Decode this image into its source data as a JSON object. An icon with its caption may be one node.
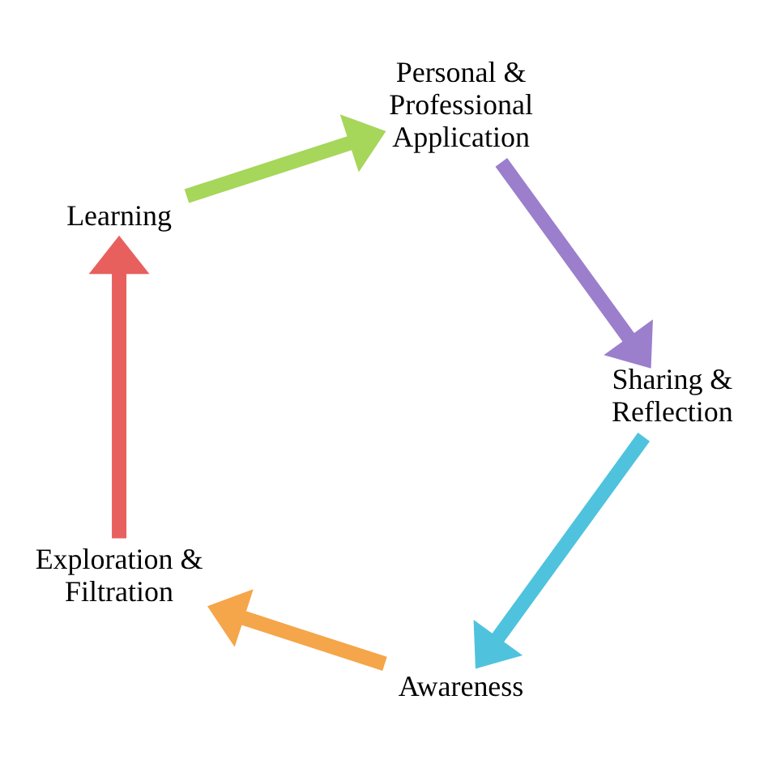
{
  "diagram": {
    "nodes": [
      {
        "text": [
          "Awareness"
        ]
      },
      {
        "text": [
          "Exploration & Filtration"
        ]
      },
      {
        "text": [
          "Learning"
        ]
      },
      {
        "text": [
          "Personal & Professional Application"
        ]
      },
      {
        "text": [
          "Sharing & Reflection"
        ]
      }
    ],
    "edges": [
      {
        "from": 0,
        "to": 1,
        "arrow": "to",
        "color": "#f5a54a"
      },
      {
        "from": 1,
        "to": 2,
        "arrow": "to",
        "color": "#e8605e"
      },
      {
        "from": 2,
        "to": 3,
        "arrow": "to",
        "color": "#a6d65a"
      },
      {
        "from": 3,
        "to": 4,
        "arrow": "to",
        "color": "#9b7fcc"
      },
      {
        "from": 4,
        "to": 0,
        "arrow": "to",
        "color": "#4fc3dd"
      }
    ]
  }
}
